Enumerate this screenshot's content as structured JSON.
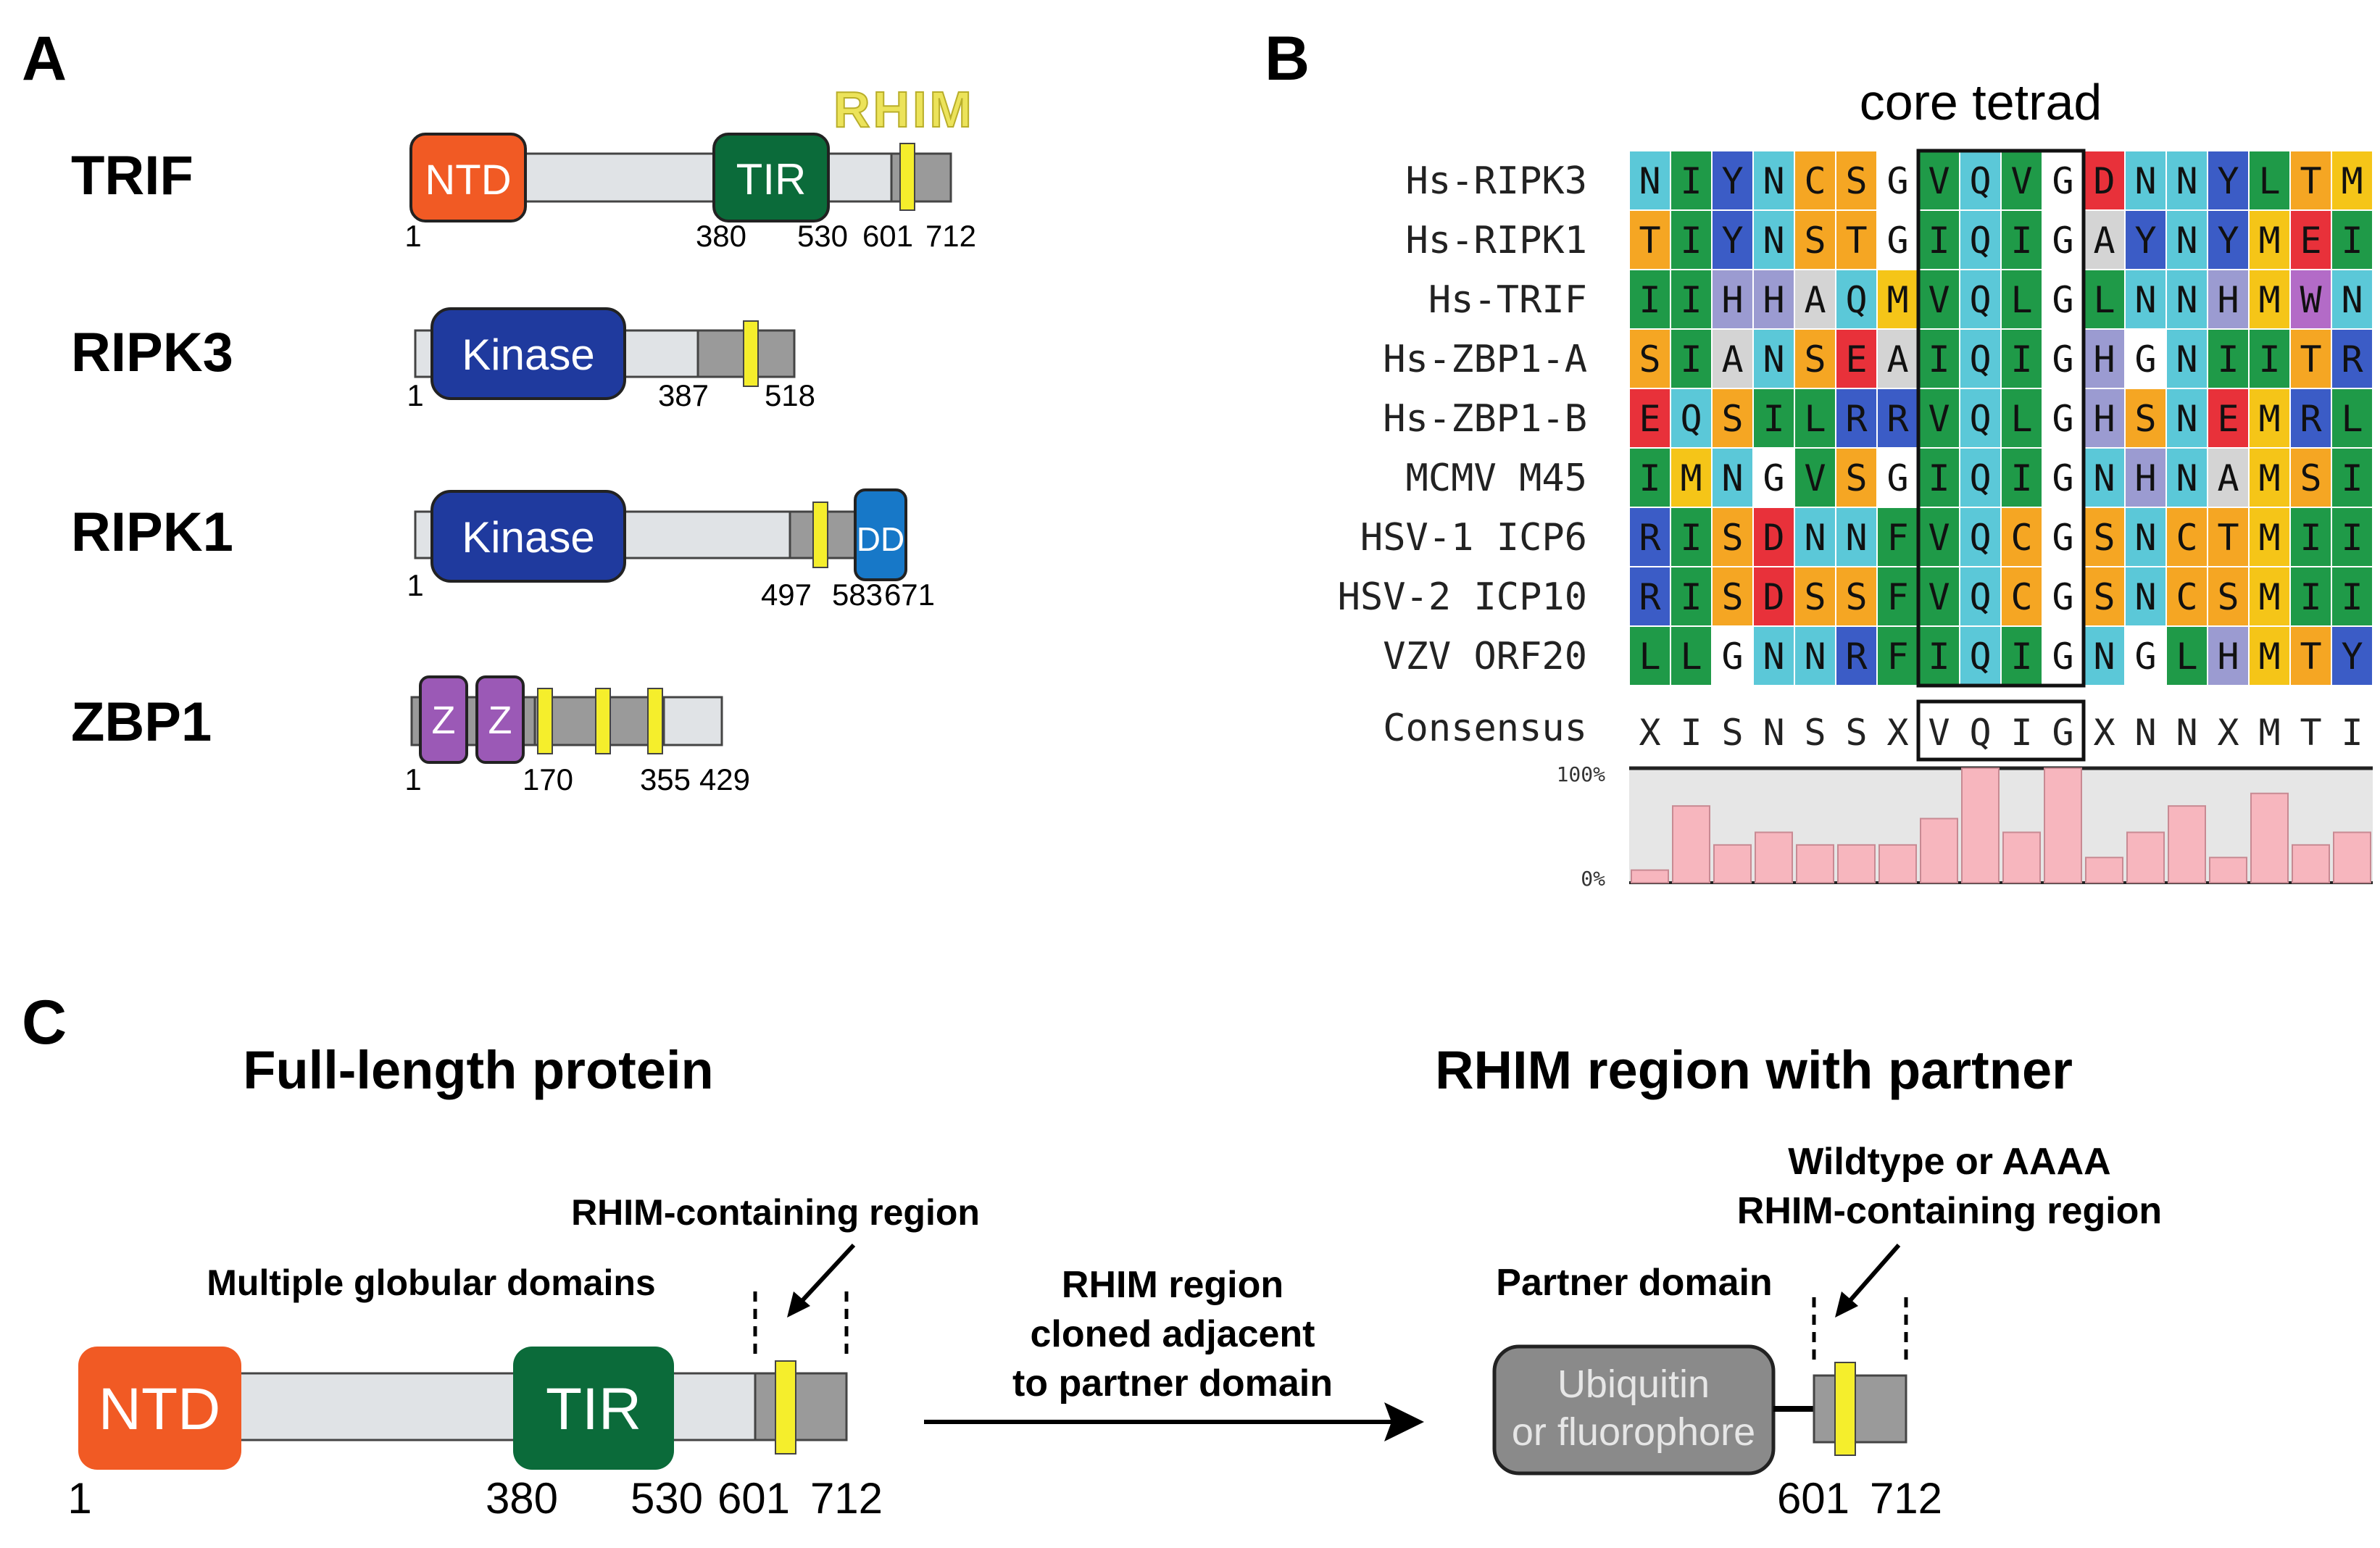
{
  "panelA": {
    "label": "A",
    "rhim": "RHIM",
    "proteins": [
      {
        "name": "TRIF",
        "domains": [
          "NTD",
          "TIR"
        ],
        "numbers": [
          "1",
          "380",
          "530",
          "601",
          "712"
        ]
      },
      {
        "name": "RIPK3",
        "domains": [
          "Kinase"
        ],
        "numbers": [
          "1",
          "387",
          "518"
        ]
      },
      {
        "name": "RIPK1",
        "domains": [
          "Kinase",
          "DD"
        ],
        "numbers": [
          "1",
          "497",
          "583",
          "671"
        ]
      },
      {
        "name": "ZBP1",
        "domains": [
          "Z",
          "Z"
        ],
        "numbers": [
          "1",
          "170",
          "355",
          "429"
        ]
      }
    ]
  },
  "panelB": {
    "label": "B",
    "title": "core tetrad",
    "sequences": [
      {
        "name": "Hs-RIPK3",
        "seq": "NIYNCSGVQVGDNNYLTM"
      },
      {
        "name": "Hs-RIPK1",
        "seq": "TIYNSTGIQIGAYNYMEI"
      },
      {
        "name": "Hs-TRIF",
        "seq": "IIHHAQMVQLGLNNHMWN"
      },
      {
        "name": "Hs-ZBP1-A",
        "seq": "SIANSEAIQIGHGNIITR"
      },
      {
        "name": "Hs-ZBP1-B",
        "seq": "EQSILRRVQLGHSNEMRL"
      },
      {
        "name": "MCMV M45",
        "seq": "IMNGVSGIQIGNHNAMSI"
      },
      {
        "name": "HSV-1 ICP6",
        "seq": "RISDNNFVQCGSNCTMII"
      },
      {
        "name": "HSV-2 ICP10",
        "seq": "RISDSSFVQCGSNCSMII"
      },
      {
        "name": "VZV ORF20",
        "seq": "LLGNNRFIQIGNGLHMTY"
      }
    ],
    "consensus_label": "Consensus",
    "consensus": "XISNSSXVQIGXNNXMTI",
    "y_top": "100%",
    "y_bottom": "0%",
    "conservation_percent": [
      11,
      67,
      33,
      44,
      33,
      33,
      33,
      56,
      100,
      44,
      100,
      22,
      44,
      67,
      22,
      78,
      33,
      44
    ],
    "colors": {
      "A": "#d4d4d4",
      "C": "#f5a623",
      "D": "#e8313a",
      "E": "#e8313a",
      "G": "#ffffff",
      "H": "#9b9bd1",
      "I": "#1f9a48",
      "L": "#1f9a48",
      "M": "#f5c518",
      "N": "#5bc8d8",
      "Q": "#5bc8d8",
      "R": "#3b5cc6",
      "S": "#f5a623",
      "T": "#f5a623",
      "V": "#1f9a48",
      "W": "#b36bc7",
      "Y": "#3b5cc6",
      "F": "#1f9a48",
      "K": "#3b5cc6",
      "P": "#f5c518"
    }
  },
  "panelC": {
    "label": "C",
    "left_title": "Full-length protein",
    "right_title": "RHIM region with partner",
    "rhim_containing": "RHIM-containing region",
    "multiple_domains": "Multiple globular domains",
    "domain_ntd": "NTD",
    "domain_tir": "TIR",
    "numbers_left": [
      "1",
      "380",
      "530",
      "601",
      "712"
    ],
    "arrow_text": [
      "RHIM region",
      "cloned adjacent",
      "to partner domain"
    ],
    "partner_domain": "Partner domain",
    "wildtype_lines": [
      "Wildtype or AAAA",
      "RHIM-containing region"
    ],
    "ubiquitin_lines": [
      "Ubiquitin",
      "or fluorophore"
    ],
    "numbers_right": [
      "601",
      "712"
    ]
  }
}
